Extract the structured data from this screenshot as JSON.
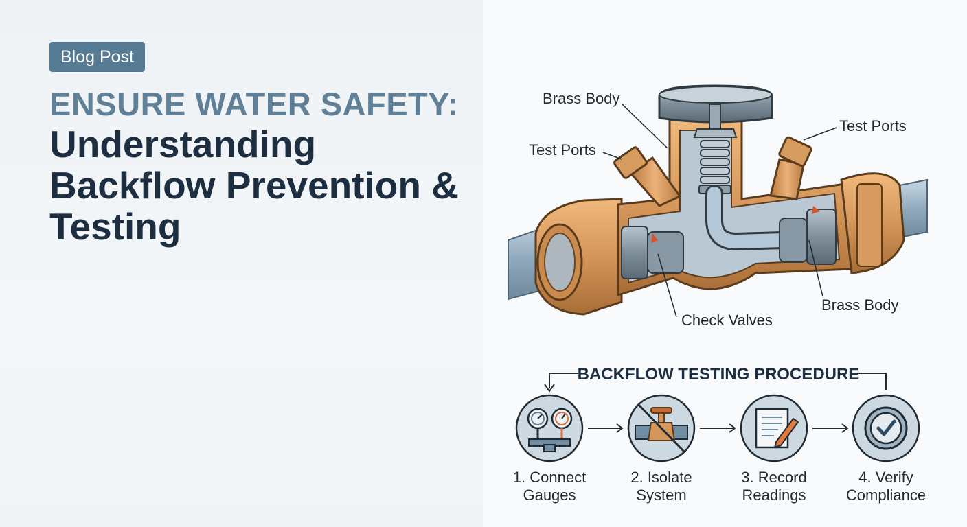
{
  "badge": "Blog Post",
  "headline": {
    "line1": "ENSURE WATER SAFETY:",
    "line2": "Understanding Backflow Prevention & Testing"
  },
  "diagram": {
    "callouts": {
      "brass_body_top": "Brass Body",
      "test_ports_left": "Test Ports",
      "test_ports_right": "Test Ports",
      "check_valves": "Check Valves",
      "brass_body_right": "Brass Body"
    }
  },
  "procedure": {
    "title": "BACKFLOW TESTING PROCEDURE",
    "steps": [
      {
        "line1": "1. Connect",
        "line2": "Gauges",
        "icon": "pressure-gauges-icon"
      },
      {
        "line1": "2. Isolate",
        "line2": "System",
        "icon": "shutoff-valve-icon"
      },
      {
        "line1": "3. Record",
        "line2": "Readings",
        "icon": "clipboard-pencil-icon"
      },
      {
        "line1": "4. Verify",
        "line2": "Compliance",
        "icon": "checkmark-badge-icon"
      }
    ]
  },
  "colors": {
    "badge": "#557a93",
    "headline_accent": "#5f8096",
    "headline_dark": "#1c2e40",
    "brass": "#d4965a",
    "pipe": "#9fb6c8"
  }
}
